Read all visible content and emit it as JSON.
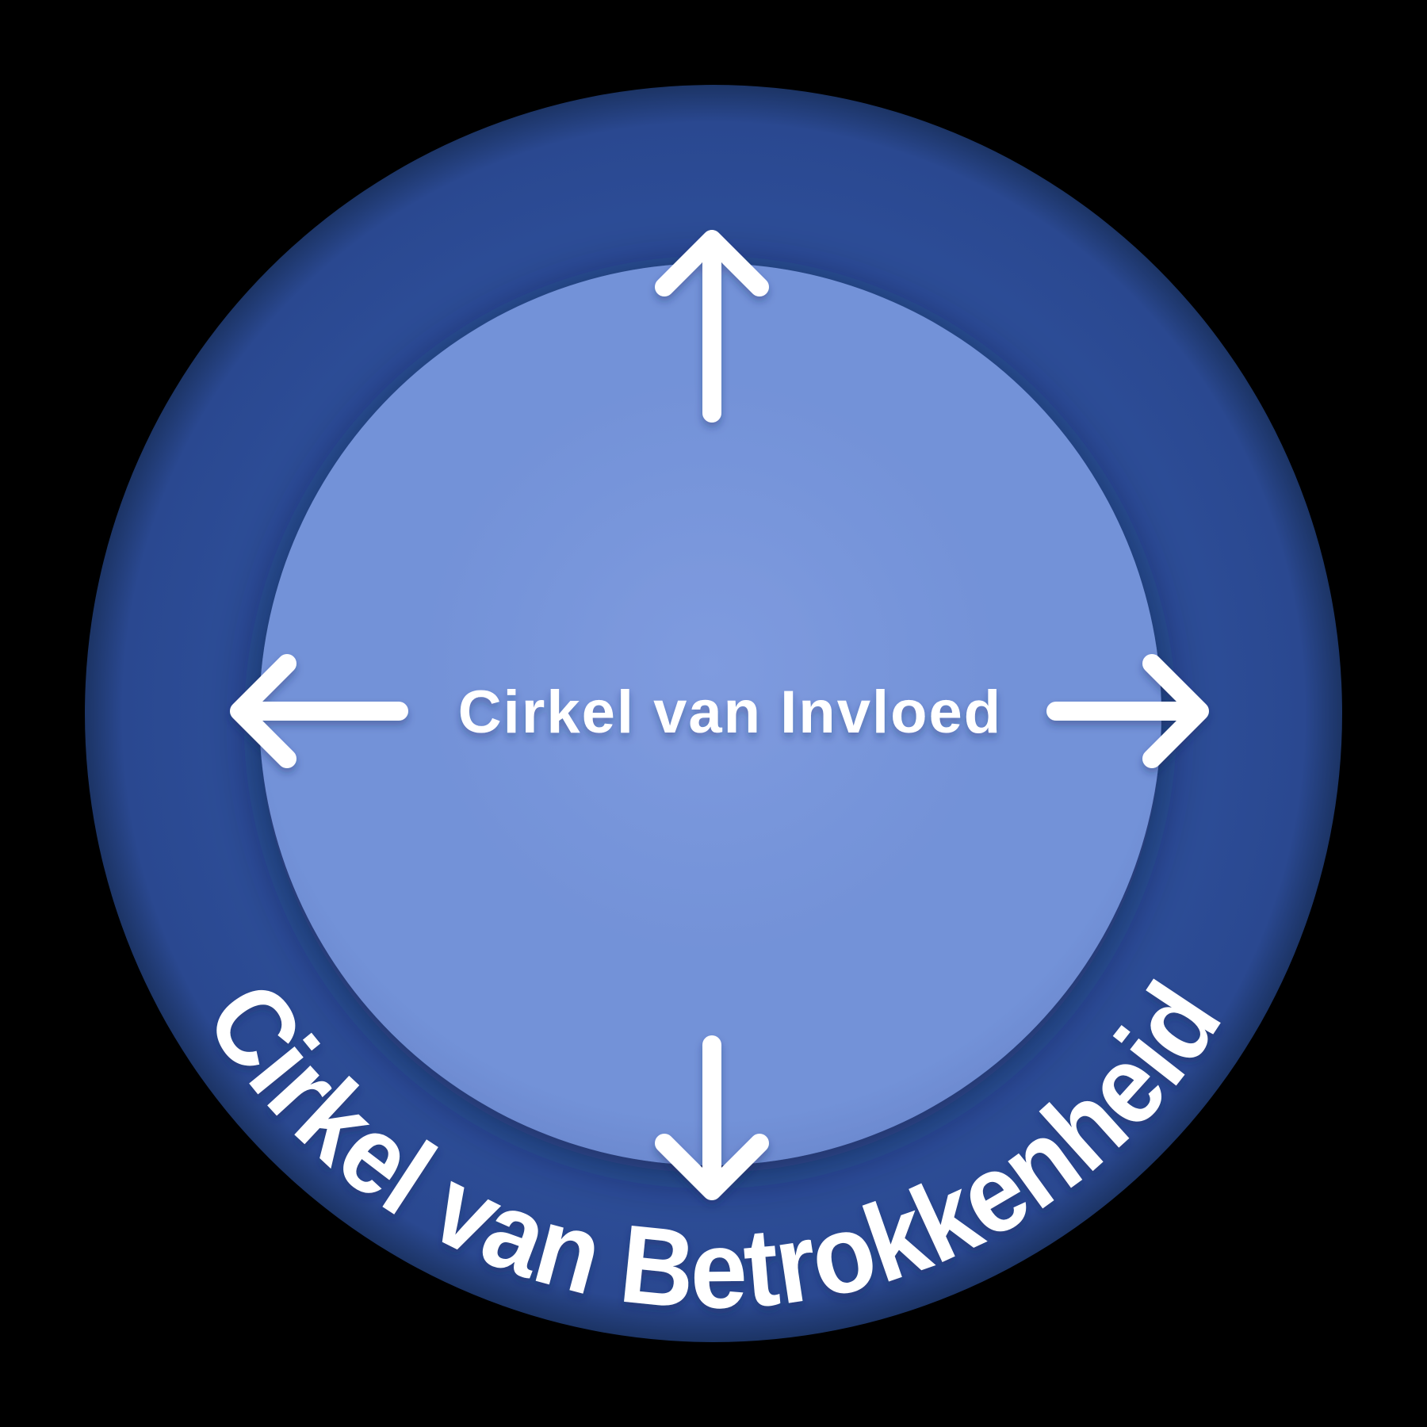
{
  "diagram": {
    "inner_circle": {
      "label": "Cirkel van Invloed"
    },
    "outer_ring": {
      "label": "Cirkel van Betrokkenheid"
    },
    "arrows": [
      {
        "direction": "up"
      },
      {
        "direction": "down"
      },
      {
        "direction": "left"
      },
      {
        "direction": "right"
      }
    ]
  },
  "colors": {
    "canvas-bg": "#000000",
    "ring-fill": "#2c4c96",
    "ring-mid": "#2a4890",
    "ring-edge": "#1c3465",
    "inner-hi": "#7f9bdf",
    "inner-fill": "#7392d8",
    "inner-rim": "#6a87cd",
    "arrow-color": "#ffffff",
    "label-color": "#ffffff",
    "shadow-color": "#0c1a3c"
  }
}
